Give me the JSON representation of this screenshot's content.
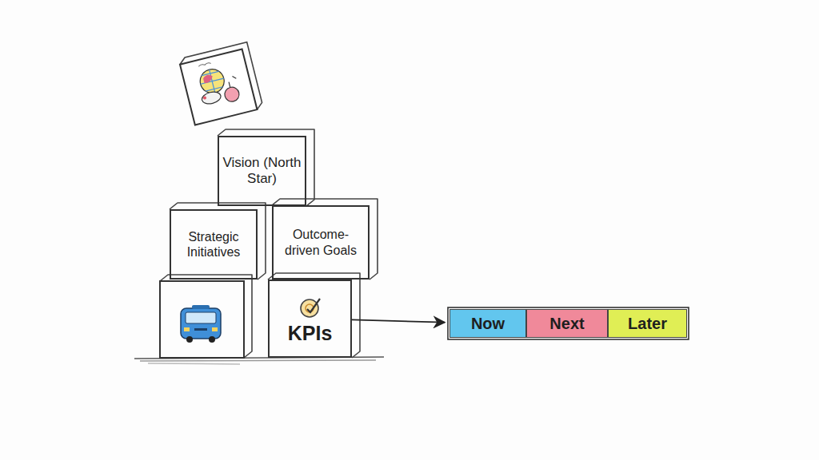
{
  "diagram": {
    "nodes": [
      {
        "text": [
          "Vision (North Star)"
        ]
      },
      {
        "text": [
          "Strategic Initiatives"
        ]
      },
      {
        "text": [
          "Outcome-driven Goals"
        ]
      },
      {
        "text": [
          "KPIs"
        ]
      },
      {
        "text": [
          "Now"
        ]
      },
      {
        "text": [
          "Next"
        ]
      },
      {
        "text": [
          "Later"
        ]
      }
    ],
    "edges": [
      {
        "from": 3,
        "to": 4,
        "arrow": "to"
      }
    ]
  }
}
